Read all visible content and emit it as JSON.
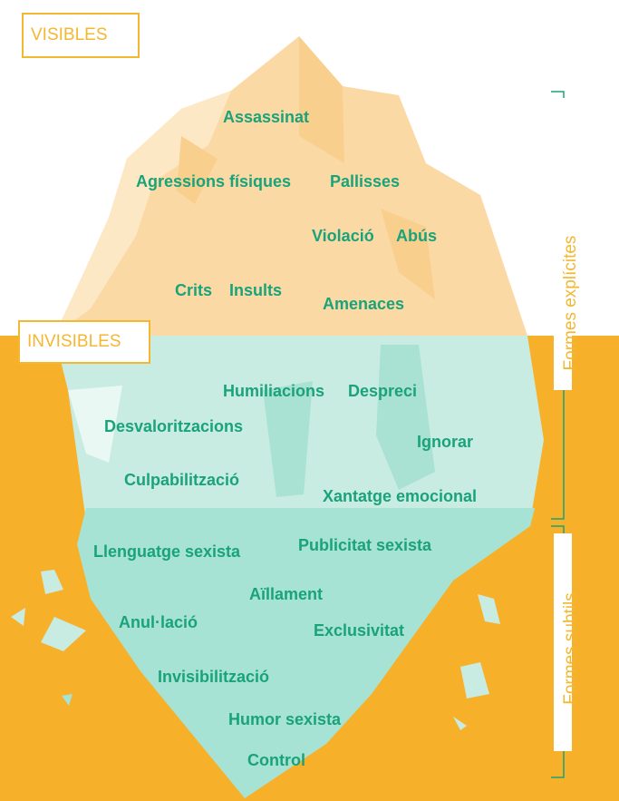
{
  "tags": {
    "visibles": "VISIBLES",
    "invisibles": "INVISIBLES"
  },
  "side_labels": {
    "explicit": "Formes explícites",
    "subtle": "Formes subtils"
  },
  "visible_forms": {
    "assassinat": "Assassinat",
    "agressions": "Agressions físiques",
    "pallisses": "Pallisses",
    "violacio": "Violació",
    "abus": "Abús",
    "crits": "Crits",
    "insults": "Insults",
    "amenaces": "Amenaces"
  },
  "invisible_forms": {
    "humiliacions": "Humiliacions",
    "despreci": "Despreci",
    "desvaloritzacions": "Desvaloritzacions",
    "ignorar": "Ignorar",
    "culpabilitzacio": "Culpabilització",
    "xantatge": "Xantatge emocional",
    "llenguatge": "Llenguatge sexista",
    "publicitat": "Publicitat sexista",
    "aillament": "Aïllament",
    "anulacio": "Anul·lació",
    "exclusivitat": "Exclusivitat",
    "invisibilitzacio": "Invisibilització",
    "humor": "Humor sexista",
    "control": "Control"
  },
  "colors": {
    "water": "#f7b02a",
    "ice_top": "#fbd9a4",
    "ice_top_light": "#fde8c6",
    "ice_mid": "#c8ece2",
    "ice_deep": "#a6e3d4",
    "text": "#1aa37a",
    "accent": "#f4b731"
  }
}
